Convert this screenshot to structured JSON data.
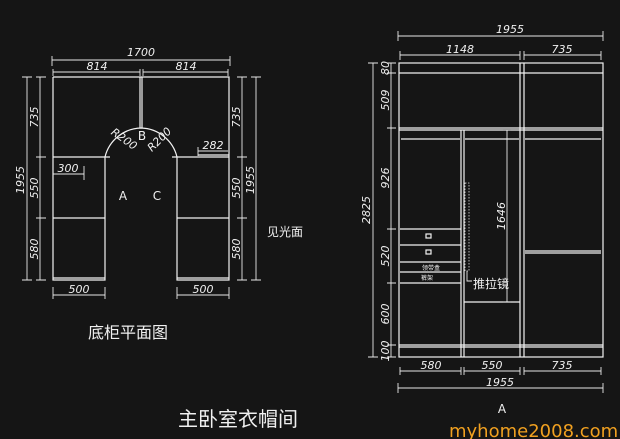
{
  "plan": {
    "title": "底柜平面图",
    "dims": {
      "overall_width": "1700",
      "half_left": "814",
      "half_right": "814",
      "left_height": "1955",
      "right_height": "1955",
      "top_left": "735",
      "top_right": "735",
      "mid_left": "550",
      "mid_right": "550",
      "low_left": "580",
      "low_right": "580",
      "depth_left": "500",
      "depth_right": "500",
      "shelf": "300",
      "gap": "282",
      "radius_left": "R200",
      "radius_right": "R200"
    },
    "labels": {
      "a": "A",
      "b": "B",
      "c": "C",
      "visible_face": "见光面"
    }
  },
  "elevation": {
    "dims": {
      "overall_top": "1955",
      "top_left": "1148",
      "top_right": "735",
      "overall_height": "2825",
      "h1": "80",
      "h2": "509",
      "h3": "926",
      "h4": "520",
      "h5": "600",
      "h6": "100",
      "mirror": "1646",
      "b_left": "580",
      "b_mid": "550",
      "b_right": "735",
      "overall_bottom": "1955"
    },
    "labels": {
      "tie_box": "领带盒",
      "pants_rack": "裤架",
      "sliding_mirror": "推拉镜",
      "view": "A"
    }
  },
  "title": "主卧室衣帽间",
  "watermark": {
    "text": "myhome2008.com",
    "color": "#f0a020"
  }
}
